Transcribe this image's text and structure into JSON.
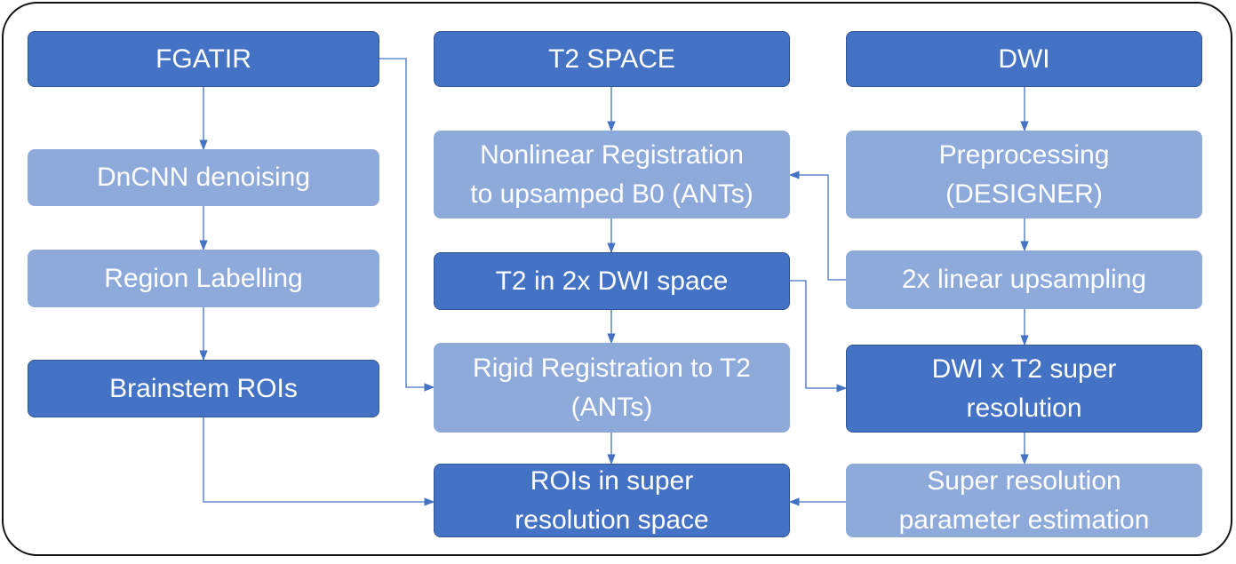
{
  "colors": {
    "dark_box": "#4472c4",
    "light_box": "#8eaadb",
    "connector": "#4472c4",
    "text": "#ffffff"
  },
  "nodes": {
    "fgatir": "FGATIR",
    "t2_space": "T2 SPACE",
    "dwi": "DWI",
    "dncnn_denoising": "DnCNN denoising",
    "region_labelling": "Region Labelling",
    "brainstem_rois": "Brainstem ROIs",
    "nonlinear_registration": "Nonlinear Registration\nto upsamped B0 (ANTs)",
    "t2_in_dwi_space": "T2 in 2x DWI space",
    "rigid_registration": "Rigid Registration to T2\n(ANTs)",
    "rois_super_resolution": "ROIs in super\nresolution space",
    "preprocessing": "Preprocessing\n(DESIGNER)",
    "linear_upsampling": "2x linear upsampling",
    "dwi_t2_super_resolution": "DWI x T2 super\nresolution",
    "parameter_estimation": "Super resolution\nparameter estimation"
  }
}
